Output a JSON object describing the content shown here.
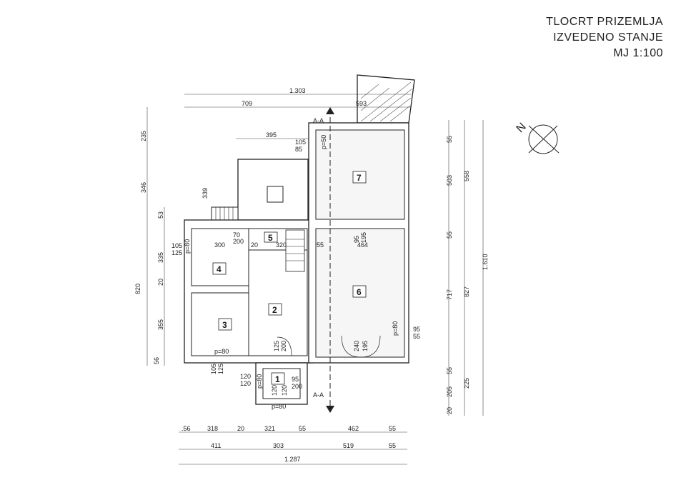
{
  "title": {
    "line1": "TLOCRT PRIZEMLJA",
    "line2": "IZVEDENO STANJE",
    "line3": "MJ  1:100"
  },
  "north": {
    "label": "N",
    "icon": "north-arrow-icon"
  },
  "section_marker": "A-A",
  "rooms": [
    "1",
    "2",
    "3",
    "4",
    "5",
    "6",
    "7"
  ],
  "dims_top": {
    "total": "1.303",
    "left": "709",
    "right": "593",
    "stair": "395"
  },
  "dims_bottom_row1": [
    ".56",
    "318",
    "20",
    "321",
    "55",
    "462",
    "55"
  ],
  "dims_bottom_row2": [
    "411",
    "303",
    "519",
    "55"
  ],
  "dims_bottom_total": "1.287",
  "dims_left": [
    "235",
    "346",
    "53",
    "339",
    "335",
    "20",
    "355",
    "56",
    "820"
  ],
  "dims_right": [
    "55",
    "503",
    "558",
    "55",
    "717",
    "827",
    "1.610",
    "205",
    "225",
    "55",
    "20"
  ],
  "openings": {
    "w_top7": [
      "105",
      "85",
      "p=50"
    ],
    "w_left4": [
      "105",
      "125",
      "p=80"
    ],
    "w_bottom3": [
      "105",
      "125",
      "p=80"
    ],
    "w_right6": [
      "95",
      "55",
      "p=80"
    ],
    "d_5": [
      "70",
      "200"
    ],
    "d_2": [
      "125",
      "200"
    ],
    "d_1": [
      "95",
      "200"
    ],
    "d_1b": [
      "120",
      "120"
    ],
    "d_1c": [
      "120",
      "120"
    ],
    "p_1": "p=80",
    "p_1side": "p=80",
    "d_6": [
      "240",
      "195"
    ],
    "d_67": [
      "95",
      "195"
    ]
  },
  "inner_dims": {
    "r4": "300",
    "r4b": "20",
    "r2": "320",
    "r6a": "55",
    "r6b": "464"
  }
}
